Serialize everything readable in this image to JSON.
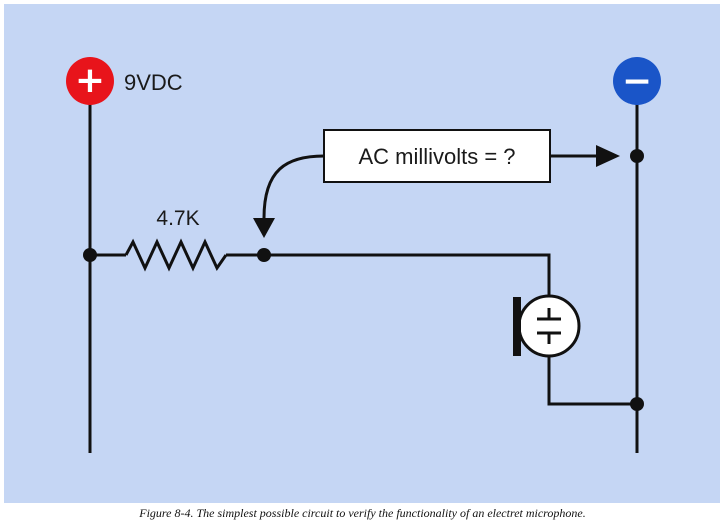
{
  "diagram": {
    "title": "Electret microphone test circuit",
    "background_color": "#c5d6f4",
    "wire_color": "#111111",
    "positive_terminal": {
      "symbol": "+",
      "color": "#e8141b",
      "icon": "plus-icon"
    },
    "negative_terminal": {
      "symbol": "−",
      "color": "#1a55c8",
      "icon": "minus-icon"
    },
    "supply_label": "9VDC",
    "resistor_label": "4.7K",
    "meter_label": "AC millivolts = ?",
    "component_icons": [
      "resistor-icon",
      "electret-microphone-icon",
      "arrow-icon"
    ]
  },
  "caption": "Figure 8-4. The simplest possible circuit to verify the functionality of an electret microphone."
}
